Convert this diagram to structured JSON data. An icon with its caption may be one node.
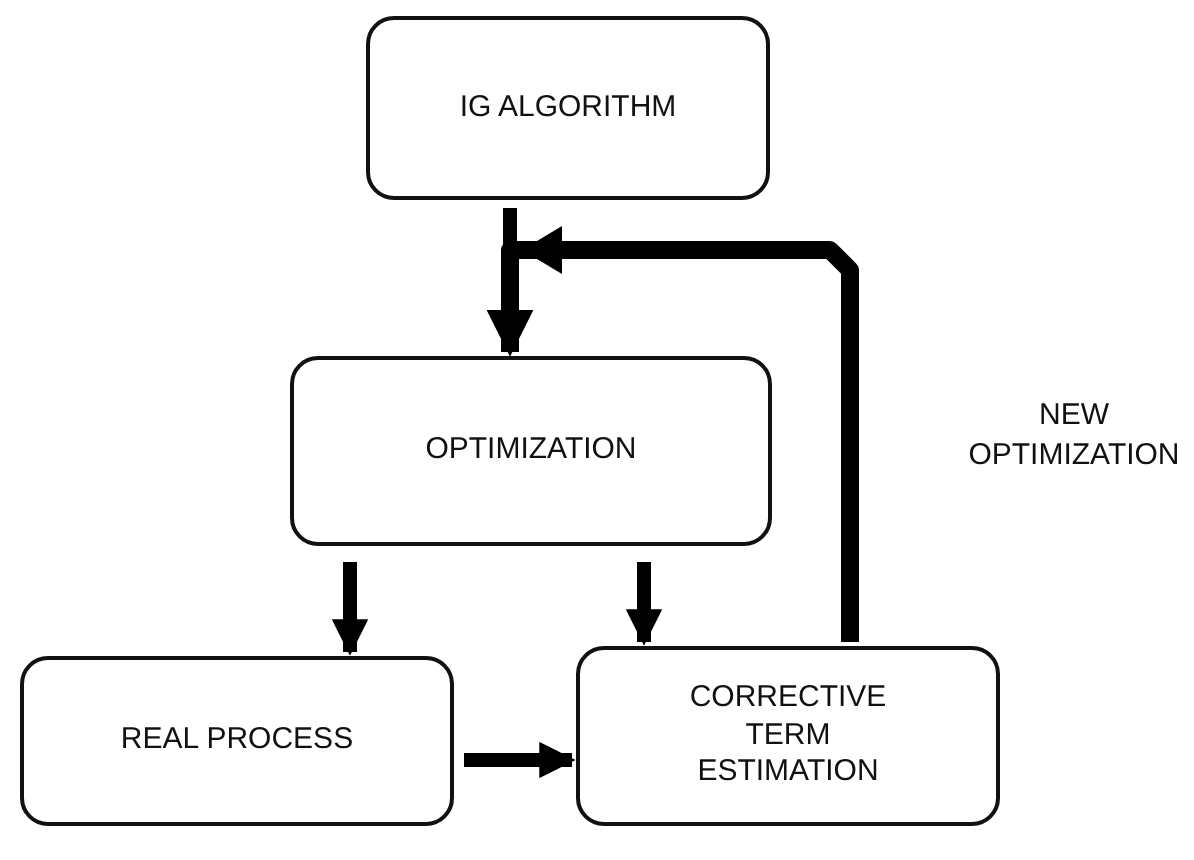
{
  "diagram": {
    "nodes": [
      {
        "text": [
          "IG ALGORITHM"
        ]
      },
      {
        "text": [
          "OPTIMIZATION"
        ]
      },
      {
        "text": [
          "REAL PROCESS"
        ]
      },
      {
        "text": [
          "CORRECTIVE TERM ESTIMATION"
        ]
      }
    ],
    "edges": [
      {
        "from": 0,
        "to": 1,
        "arrow": "to"
      },
      {
        "from": 1,
        "to": 2,
        "arrow": "to"
      },
      {
        "from": 1,
        "to": 3,
        "arrow": "to"
      },
      {
        "from": 2,
        "to": 3,
        "arrow": "to"
      },
      {
        "from": 3,
        "to": 1,
        "arrow": "to",
        "label": "NEW OPTIMIZATION"
      }
    ]
  }
}
